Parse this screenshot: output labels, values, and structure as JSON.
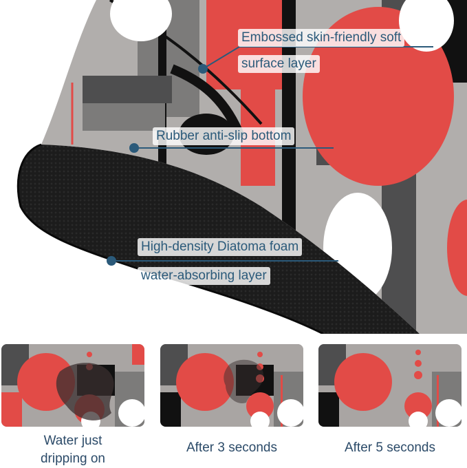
{
  "colors": {
    "red": "#e24b47",
    "gray_light": "#b1aeac",
    "gray_mid": "#7c7b7a",
    "gray_dark": "#4e4e4f",
    "black": "#111111",
    "label_blue": "#2b5a7a",
    "caption_blue": "#2b4a68"
  },
  "callouts": [
    {
      "lines": [
        "Embossed skin-friendly soft",
        "surface layer"
      ]
    },
    {
      "lines": [
        "Rubber anti-slip bottom"
      ]
    },
    {
      "lines": [
        "High-density Diatoma foam",
        "water-absorbing layer"
      ]
    }
  ],
  "panels": [
    {
      "caption_lines": [
        "Water just",
        "dripping on"
      ],
      "stain": "heavy"
    },
    {
      "caption_lines": [
        "After 3 seconds"
      ],
      "stain": "light"
    },
    {
      "caption_lines": [
        "After 5 seconds"
      ],
      "stain": "none"
    }
  ]
}
